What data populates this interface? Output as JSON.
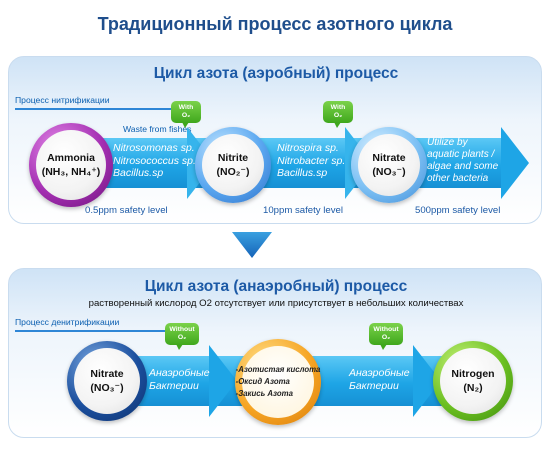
{
  "title": "Традиционный процесс азотного цикла",
  "aerobic": {
    "title": "Цикл азота (аэробный) процесс",
    "process_label": "Процесс нитрификации",
    "waste_label": "Waste from fishes",
    "bubble_1": [
      "With",
      "O₂"
    ],
    "bubble_2": [
      "With",
      "O₂"
    ],
    "nodes": [
      {
        "name": "Ammonia",
        "formula": "(NH₃, NH₄⁺)"
      },
      {
        "name": "Nitrite",
        "formula": "(NO₂⁻)"
      },
      {
        "name": "Nitrate",
        "formula": "(NO₃⁻)"
      }
    ],
    "bacteria_1": [
      "Nitrosomonas sp.",
      "Nitrosococcus sp.",
      "Bacillus.sp"
    ],
    "bacteria_2": [
      "Nitrospira sp.",
      "Nitrobacter sp.",
      "Bacillus.sp"
    ],
    "utilize": [
      "Utilize by",
      "aquatic plants /",
      "algae and some",
      "other bacteria"
    ],
    "safety": [
      "0.5ppm safety level",
      "10ppm safety level",
      "500ppm safety level"
    ]
  },
  "anaerobic": {
    "title": "Цикл азота (анаэробный) процесс",
    "subtitle": "растворенный кислород O2 отсутствует или присутствует в небольших количествах",
    "process_label": "Процесс денитрификации",
    "bubble_1": [
      "Without",
      "O₂"
    ],
    "bubble_2": [
      "Without",
      "O₂"
    ],
    "nodes": [
      {
        "name": "Nitrate",
        "formula": "(NO₃⁻)"
      },
      {
        "name": "Nitrogen",
        "formula": "(N₂)"
      }
    ],
    "bacteria_1": [
      "Анаэробные",
      "Бактерии"
    ],
    "bacteria_2": [
      "Анаэробные",
      "Бактерии"
    ],
    "intermediates": [
      "-Азотистая кислота",
      "-Оксид Азота",
      "-Закись Азота"
    ]
  },
  "colors": {
    "title": "#1f4e8c",
    "panel_title": "#1d5aa6",
    "band": "#1ea5e6",
    "bubble": "#3fa71d"
  }
}
